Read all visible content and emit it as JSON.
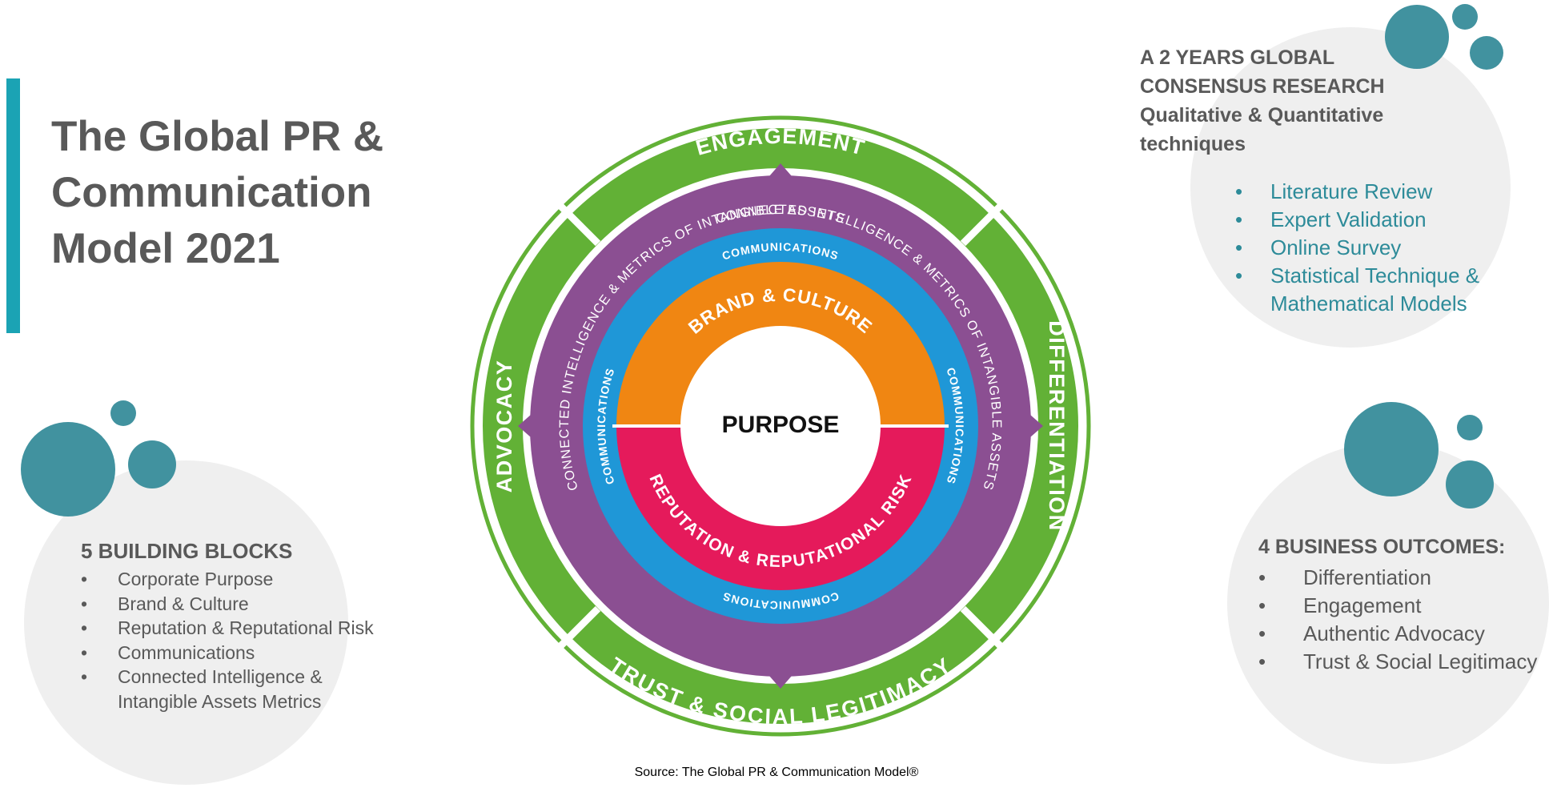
{
  "title": {
    "line1": "The Global PR &",
    "line2": "Communication",
    "line3": "Model 2021"
  },
  "wheel": {
    "center": "PURPOSE",
    "orange": "BRAND & CULTURE",
    "pink": "REPUTATION & REPUTATIONAL RISK",
    "communications": "COMMUNICATIONS",
    "connected": "CONNECTED INTELLIGENCE & METRICS OF INTANGIBLE ASSETS",
    "outer": {
      "top": "ENGAGEMENT",
      "right": "DIFFERENTIATION",
      "bottom": "TRUST & SOCIAL LEGITIMACY",
      "left": "ADVOCACY"
    }
  },
  "building_blocks": {
    "heading": "5 BUILDING BLOCKS",
    "items": [
      "Corporate Purpose",
      "Brand & Culture",
      "Reputation & Reputational Risk",
      "Communications",
      "Connected Intelligence &",
      "Intangible Assets Metrics"
    ]
  },
  "research": {
    "line1": "A 2 YEARS GLOBAL",
    "line2": "CONSENSUS RESEARCH",
    "line3": "Qualitative & Quantitative",
    "line4": "techniques",
    "methods": [
      "Literature Review",
      "Expert Validation",
      "Online Survey",
      "Statistical Technique &",
      "Mathematical Models"
    ]
  },
  "outcomes": {
    "heading": "4 BUSINESS OUTCOMES:",
    "items": [
      "Differentiation",
      "Engagement",
      "Authentic Advocacy",
      "Trust & Social Legitimacy"
    ]
  },
  "source": "Source: The Global PR & Communication Model®",
  "colors": {
    "accent": "#1ba3b4",
    "green": "#62b136",
    "purple": "#8b4f92",
    "blue": "#1f97d7",
    "orange": "#f08612",
    "pink": "#e51a5b",
    "teal_circle": "#41929f",
    "grey_circle": "#efefef"
  }
}
